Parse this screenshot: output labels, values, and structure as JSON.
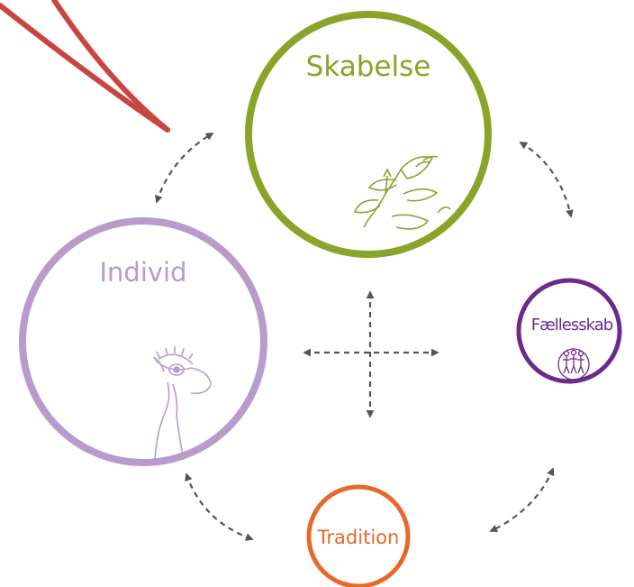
{
  "nodes": {
    "skabelse": {
      "label": "Skabelse",
      "color": "#8aa329"
    },
    "individ": {
      "label": "Individ",
      "color": "#b89bcb"
    },
    "faellesskab": {
      "label": "Fællesskab",
      "color": "#6b2a8a"
    },
    "tradition": {
      "label": "Tradition",
      "color": "#e8672a"
    }
  },
  "colors": {
    "arrow": "#555555",
    "pointer": "#c9453f",
    "background": "#ffffff"
  },
  "icons": {
    "skabelse": "sprouting-plant-icon",
    "individ": "eye-flower-icon",
    "faellesskab": "people-group-icon"
  }
}
